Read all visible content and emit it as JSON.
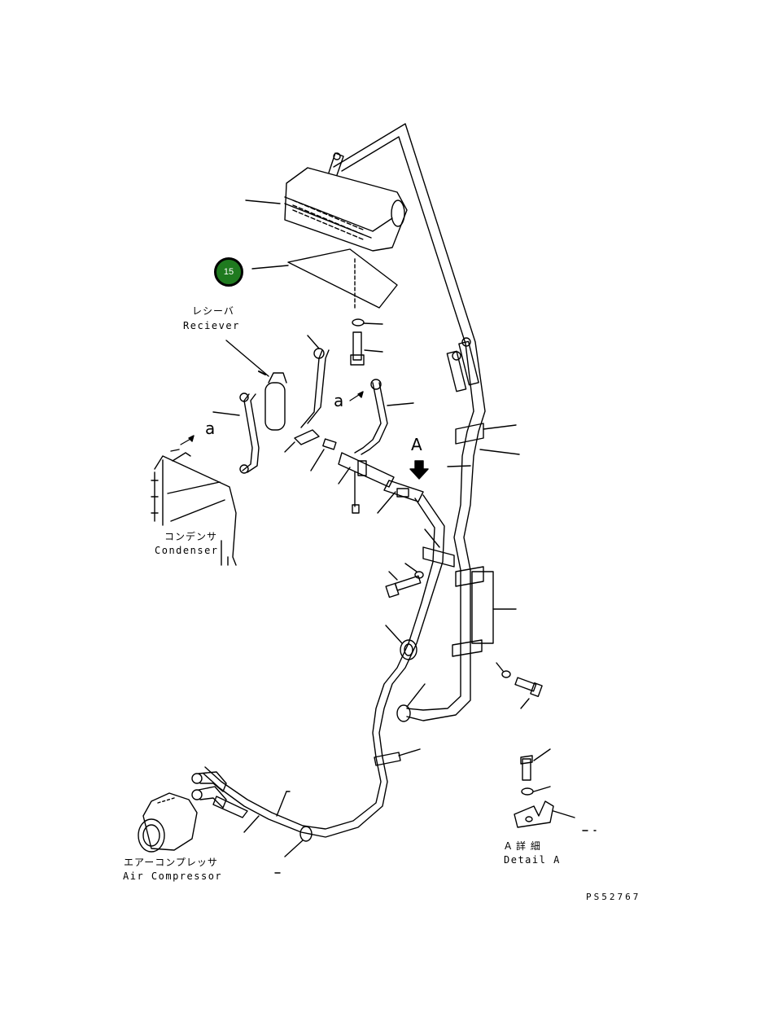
{
  "labels": {
    "receiver_ja": "レシーバ",
    "receiver_en": "Reciever",
    "condenser_ja": "コンデンサ",
    "condenser_en": "Condenser",
    "compressor_ja": "エアーコンプレッサ",
    "compressor_en": "Air Compressor",
    "detail_ja": "A 詳 細",
    "detail_en": "Detail A",
    "view_a": "A",
    "ref_a_1": "a",
    "ref_a_2": "a",
    "drawing_no": "PS52767"
  },
  "callout": {
    "number": "15",
    "color": "#1f7a1f"
  }
}
